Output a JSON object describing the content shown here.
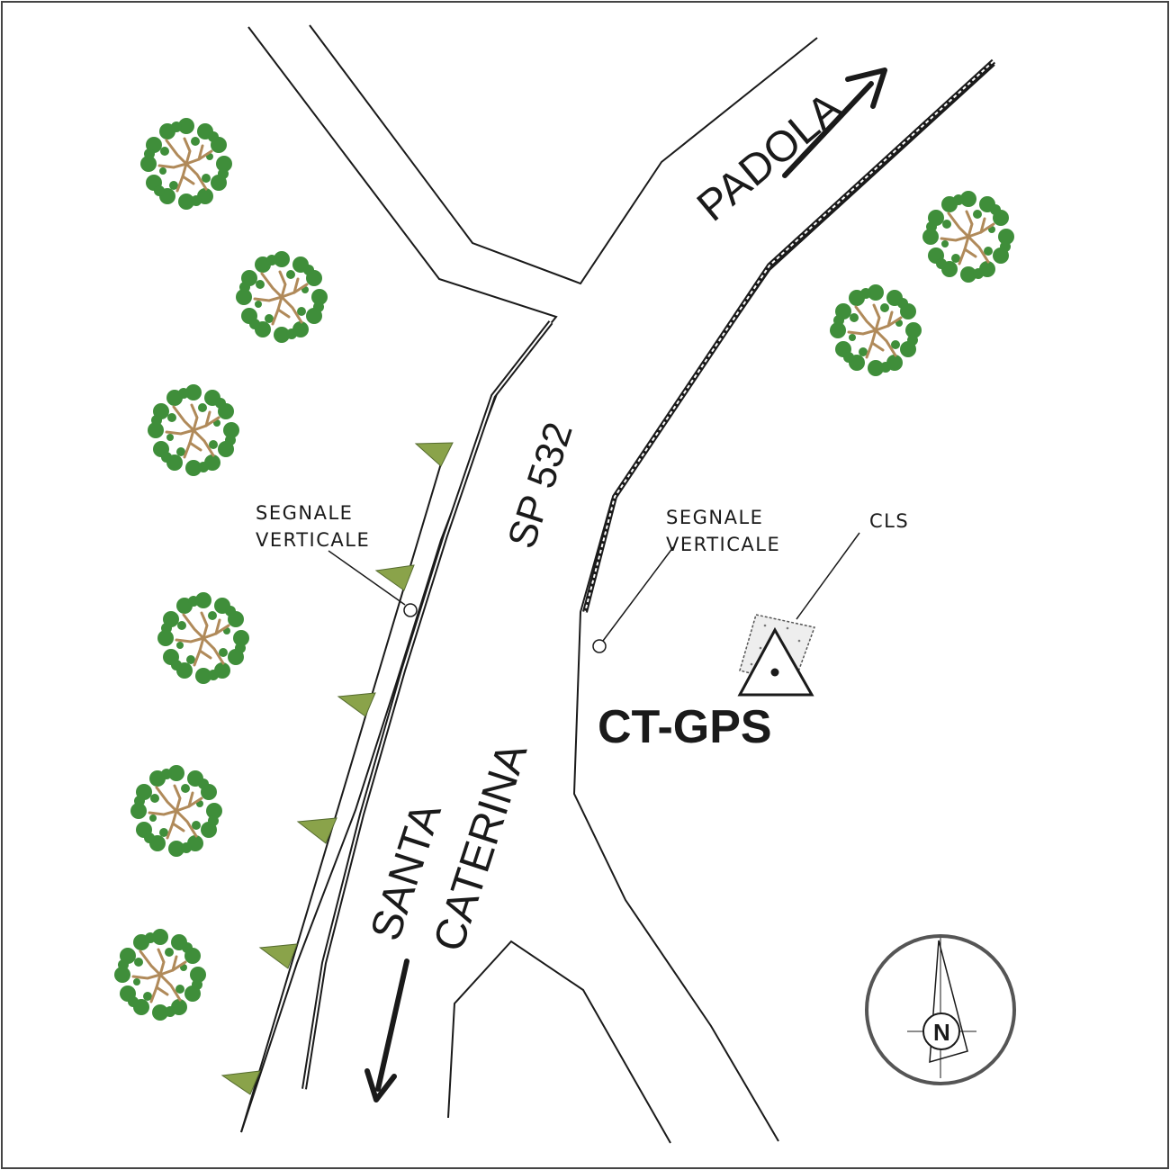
{
  "labels": {
    "segnale_left": [
      "SEGNALE",
      "VERTICALE"
    ],
    "segnale_right": [
      "SEGNALE",
      "VERTICALE"
    ],
    "cls": "CLS",
    "road_name": "SP 532",
    "dest_north": "PADOLA",
    "dest_south": [
      "SANTA",
      "CATERINA"
    ],
    "station": "CT-GPS",
    "compass_letter": "N"
  },
  "colors": {
    "line": "#1a1a1a",
    "tree_leaf": "#3f8e3a",
    "tree_branch": "#b08a5a",
    "marker": "#8aa34a",
    "compass_ring": "#555555"
  },
  "icons": [
    "tree-icon",
    "arrow-icon",
    "triangle-marker-icon",
    "survey-point-icon",
    "compass-icon"
  ]
}
